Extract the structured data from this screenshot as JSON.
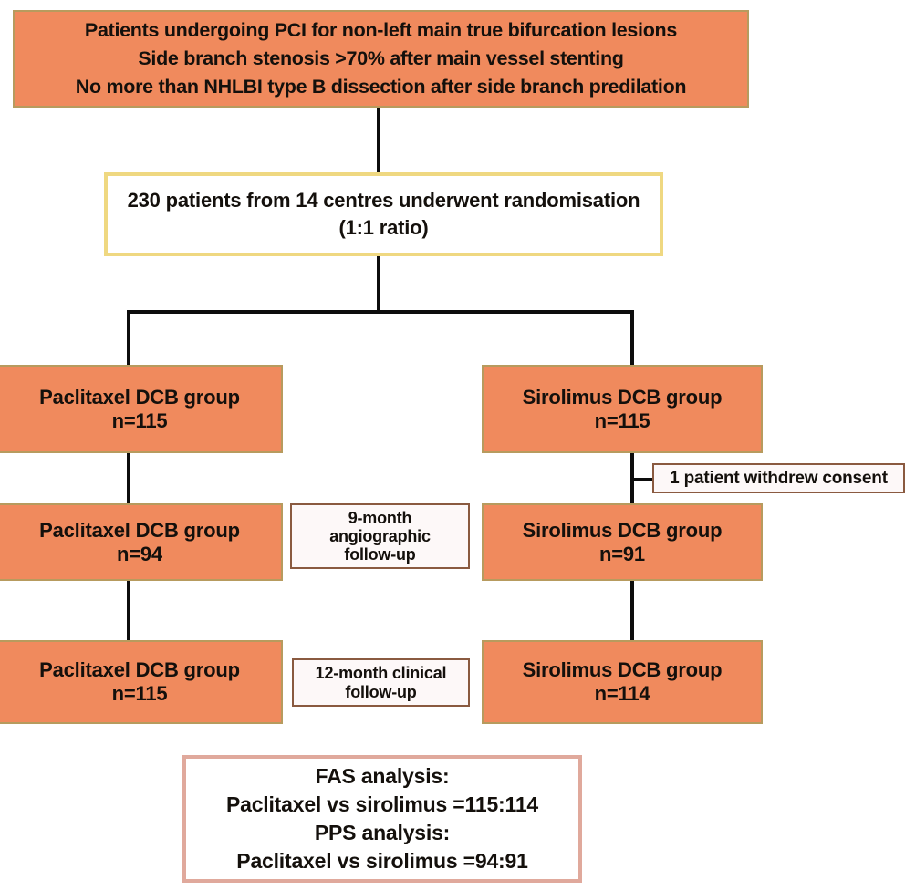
{
  "diagram": {
    "title": "CONSORT-style trial flow diagram",
    "colors": {
      "group_box_fill": "#f08a5d",
      "group_box_border": "#b79b5e",
      "randomisation_border": "#efd881",
      "note_border": "#8a5a40",
      "analysis_border": "#e0a99c",
      "connector": "#0d0d0d",
      "text": "#14100c",
      "background": "#ffffff"
    },
    "nodes": {
      "eligibility": {
        "lines": [
          "Patients undergoing PCI for non-left main true bifurcation lesions",
          "Side branch stenosis >70% after main vessel stenting",
          "No more than NHLBI type B dissection after side branch predilation"
        ]
      },
      "randomisation": {
        "lines": [
          "230 patients from 14 centres underwent randomisation",
          "(1:1 ratio)"
        ]
      },
      "paclitaxel_randomised": {
        "lines": [
          "Paclitaxel DCB group",
          "n=115"
        ]
      },
      "sirolimus_randomised": {
        "lines": [
          "Sirolimus DCB group",
          "n=115"
        ]
      },
      "withdrew_consent": {
        "lines": [
          "1 patient withdrew consent"
        ]
      },
      "angio_followup": {
        "lines": [
          "9-month",
          "angiographic",
          "follow-up"
        ]
      },
      "paclitaxel_angio": {
        "lines": [
          "Paclitaxel DCB group",
          "n=94"
        ]
      },
      "sirolimus_angio": {
        "lines": [
          "Sirolimus DCB group",
          "n=91"
        ]
      },
      "clinical_followup": {
        "lines": [
          "12-month clinical",
          "follow-up"
        ]
      },
      "paclitaxel_clinical": {
        "lines": [
          "Paclitaxel DCB group",
          "n=115"
        ]
      },
      "sirolimus_clinical": {
        "lines": [
          "Sirolimus DCB group",
          "n=114"
        ]
      },
      "analysis": {
        "lines": [
          "FAS analysis:",
          "Paclitaxel vs sirolimus =115:114",
          "PPS analysis:",
          "Paclitaxel vs sirolimus =94:91"
        ]
      }
    }
  }
}
